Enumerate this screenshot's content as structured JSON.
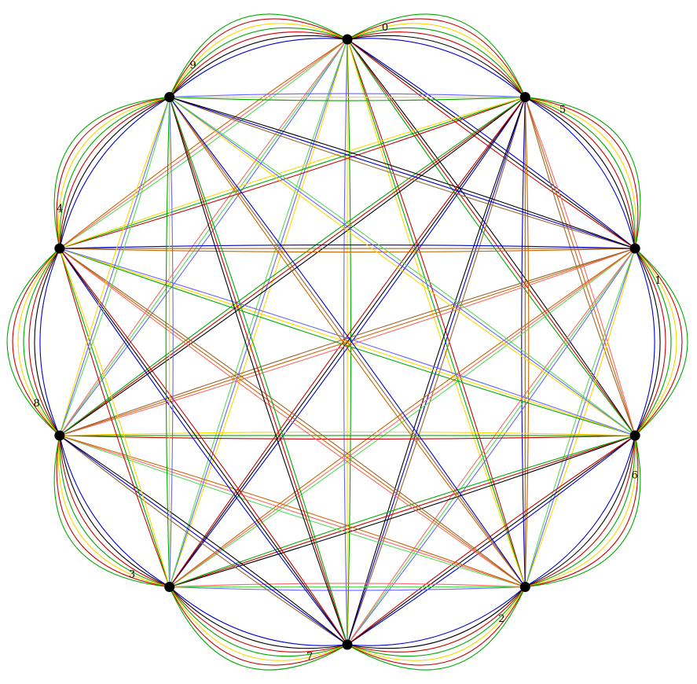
{
  "graph": {
    "vertices": [
      {
        "id": "0",
        "label": "0"
      },
      {
        "id": "5",
        "label": "5"
      },
      {
        "id": "1",
        "label": "1"
      },
      {
        "id": "6",
        "label": "6"
      },
      {
        "id": "2",
        "label": "2"
      },
      {
        "id": "7",
        "label": "7"
      },
      {
        "id": "3",
        "label": "3"
      },
      {
        "id": "8",
        "label": "8"
      },
      {
        "id": "4",
        "label": "4"
      },
      {
        "id": "9",
        "label": "9"
      }
    ],
    "edge_colors": [
      "#0000cc",
      "#000000",
      "#cc0000",
      "#00aa00",
      "#ffd700",
      "#6666ff",
      "#55dd55",
      "#ff6666",
      "#cc6600",
      "#996633"
    ],
    "adjacent_arc_count": 7
  }
}
